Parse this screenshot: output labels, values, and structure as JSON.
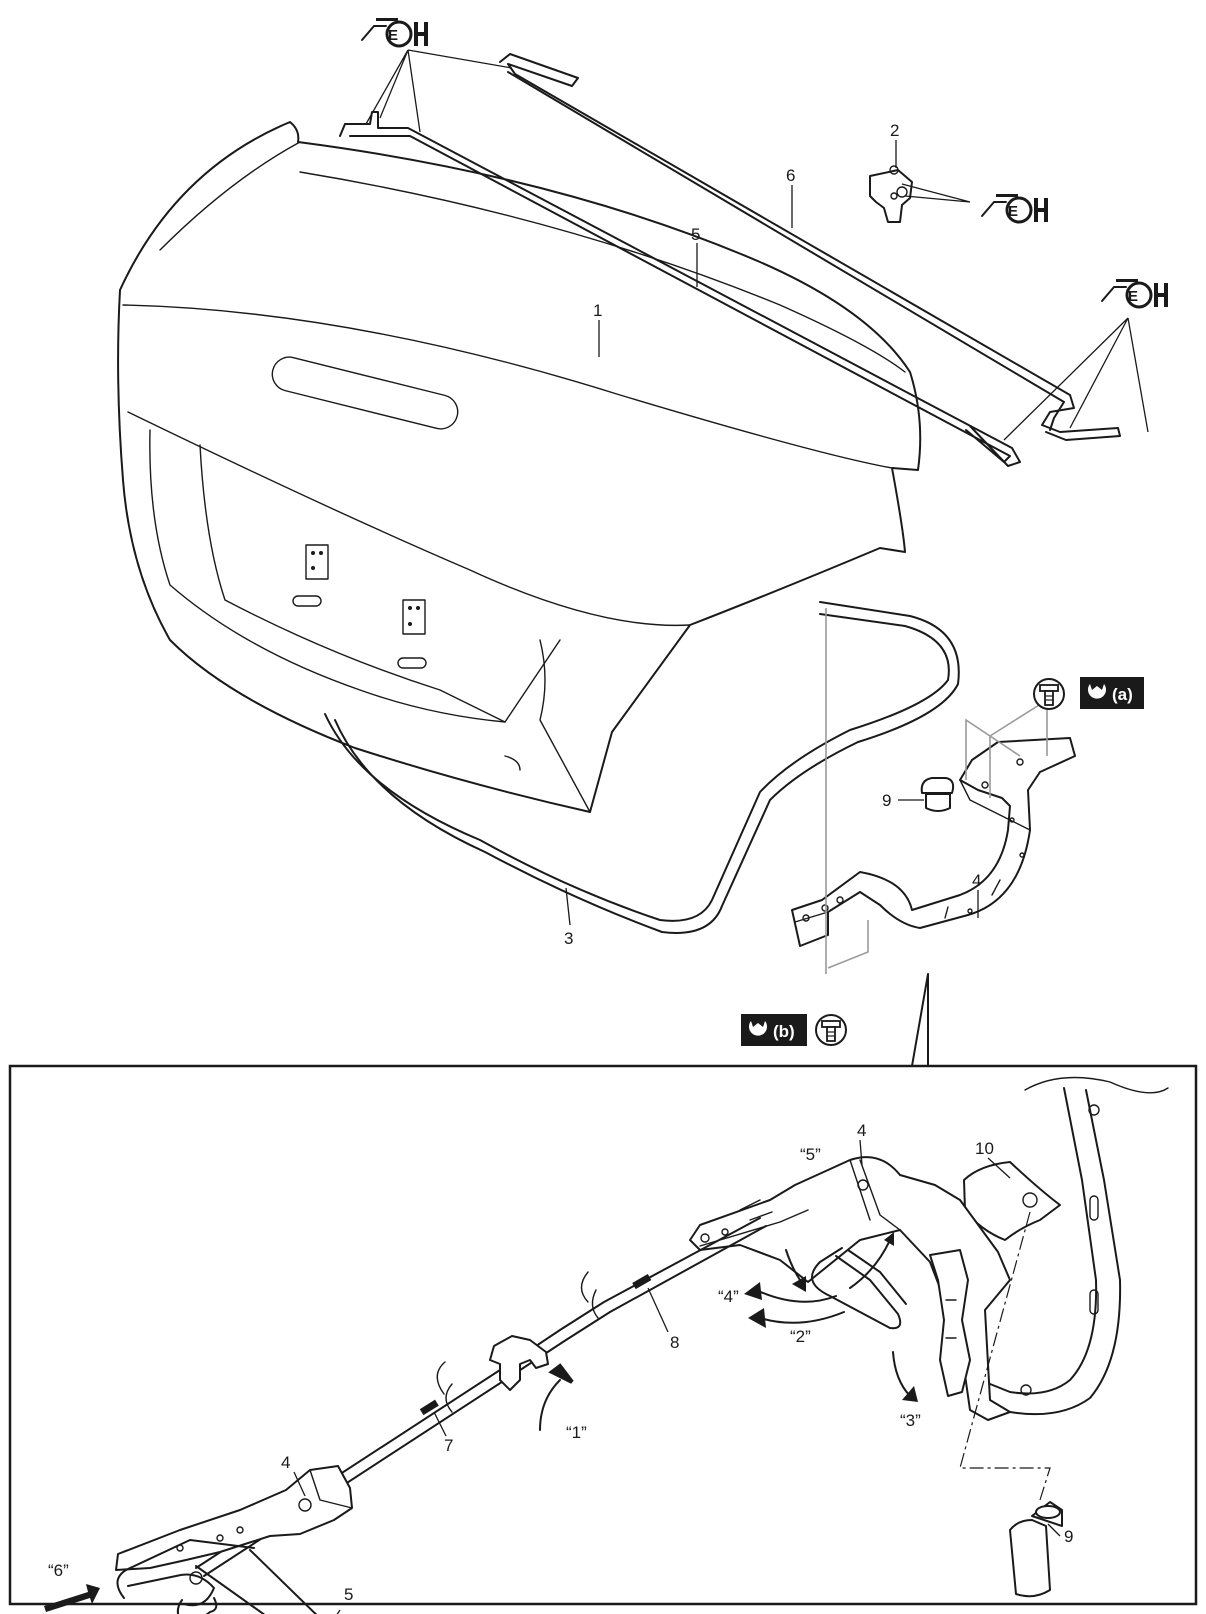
{
  "parts": [
    {
      "id": "p1",
      "label": "1"
    },
    {
      "id": "p2",
      "label": "2"
    },
    {
      "id": "p3",
      "label": "3"
    },
    {
      "id": "p4",
      "label": "4"
    },
    {
      "id": "p5",
      "label": "5"
    },
    {
      "id": "p6",
      "label": "6"
    },
    {
      "id": "p9",
      "label": "9"
    }
  ],
  "symbols": {
    "grease": "E",
    "torque_a": "(a)",
    "torque_b": "(b)"
  },
  "detail": {
    "parts": [
      {
        "id": "d4a",
        "label": "4"
      },
      {
        "id": "d4b",
        "label": "4"
      },
      {
        "id": "d5",
        "label": "5"
      },
      {
        "id": "d7",
        "label": "7"
      },
      {
        "id": "d8",
        "label": "8"
      },
      {
        "id": "d9",
        "label": "9"
      },
      {
        "id": "d10",
        "label": "10"
      }
    ],
    "steps": [
      {
        "id": "s1",
        "label": "“1”"
      },
      {
        "id": "s2",
        "label": "“2”"
      },
      {
        "id": "s3",
        "label": "“3”"
      },
      {
        "id": "s4",
        "label": "“4”"
      },
      {
        "id": "s5",
        "label": "“5”"
      },
      {
        "id": "s6",
        "label": "“6”"
      }
    ]
  }
}
